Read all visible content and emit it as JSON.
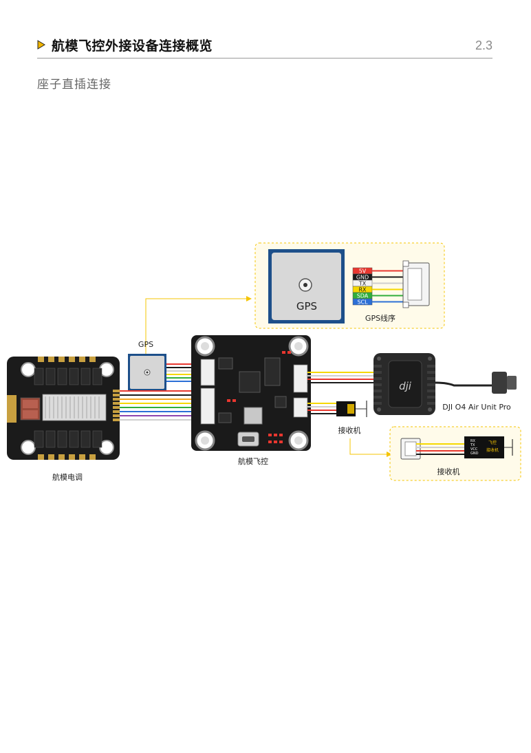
{
  "header": {
    "title": "航模飞控外接设备连接概览",
    "section_number": "2.3",
    "accent_color": "#f0b400"
  },
  "subtitle": "座子直插连接",
  "diagram": {
    "esc_label": "航模电调",
    "fc_label": "航模飞控",
    "gps_module_label": "GPS",
    "gps_callout_text": "GPS",
    "gps_cable_label": "GPS线序",
    "gps_pins": [
      {
        "name": "5V",
        "color": "#e8372f"
      },
      {
        "name": "GND",
        "color": "#1a1a1a"
      },
      {
        "name": "TX",
        "color": "#f2f2f2"
      },
      {
        "name": "RX",
        "color": "#f5d800"
      },
      {
        "name": "SDA",
        "color": "#2fae3b"
      },
      {
        "name": "SCL",
        "color": "#2c6fd6"
      }
    ],
    "receiver_label": "接收机",
    "receiver_callout_label": "接收机",
    "receiver_pins": [
      "RX",
      "TX",
      "VCC",
      "GND"
    ],
    "receiver_chip_text": [
      "飞控",
      "接收机"
    ],
    "dji_label": "DJI O4 Air Unit Pro",
    "callout_color": "#f5c400"
  }
}
